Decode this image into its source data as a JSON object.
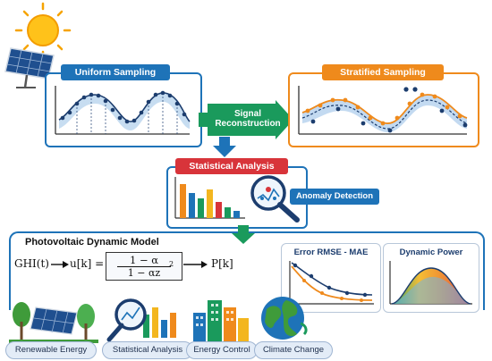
{
  "sampling": {
    "uniform_title": "Uniform Sampling",
    "stratified_title": "Stratified Sampling",
    "reconstruction_line1": "Signal",
    "reconstruction_line2": "Reconstruction"
  },
  "analysis": {
    "title": "Statistical Analysis",
    "anomaly_label": "Anomaly Detection"
  },
  "model": {
    "title": "Photovoltaic Dynamic Model",
    "input": "GHI(t)",
    "control": "u[k] =",
    "numerator": "1 − α",
    "subscript": "2",
    "denominator": "1 − αz",
    "output": "P[k]"
  },
  "charts": {
    "error_title": "Error RMSE - MAE",
    "power_title": "Dynamic Power"
  },
  "applications": [
    {
      "label": "Renewable Energy"
    },
    {
      "label": "Statistical Analysis"
    },
    {
      "label": "Energy Control"
    },
    {
      "label": "Climate Change"
    }
  ],
  "colors": {
    "blue_accent": "#1e73b8",
    "orange_accent": "#ef8a1c",
    "green_accent": "#1a9a5c",
    "red_accent": "#d8343a",
    "navy": "#1c3d6e"
  }
}
